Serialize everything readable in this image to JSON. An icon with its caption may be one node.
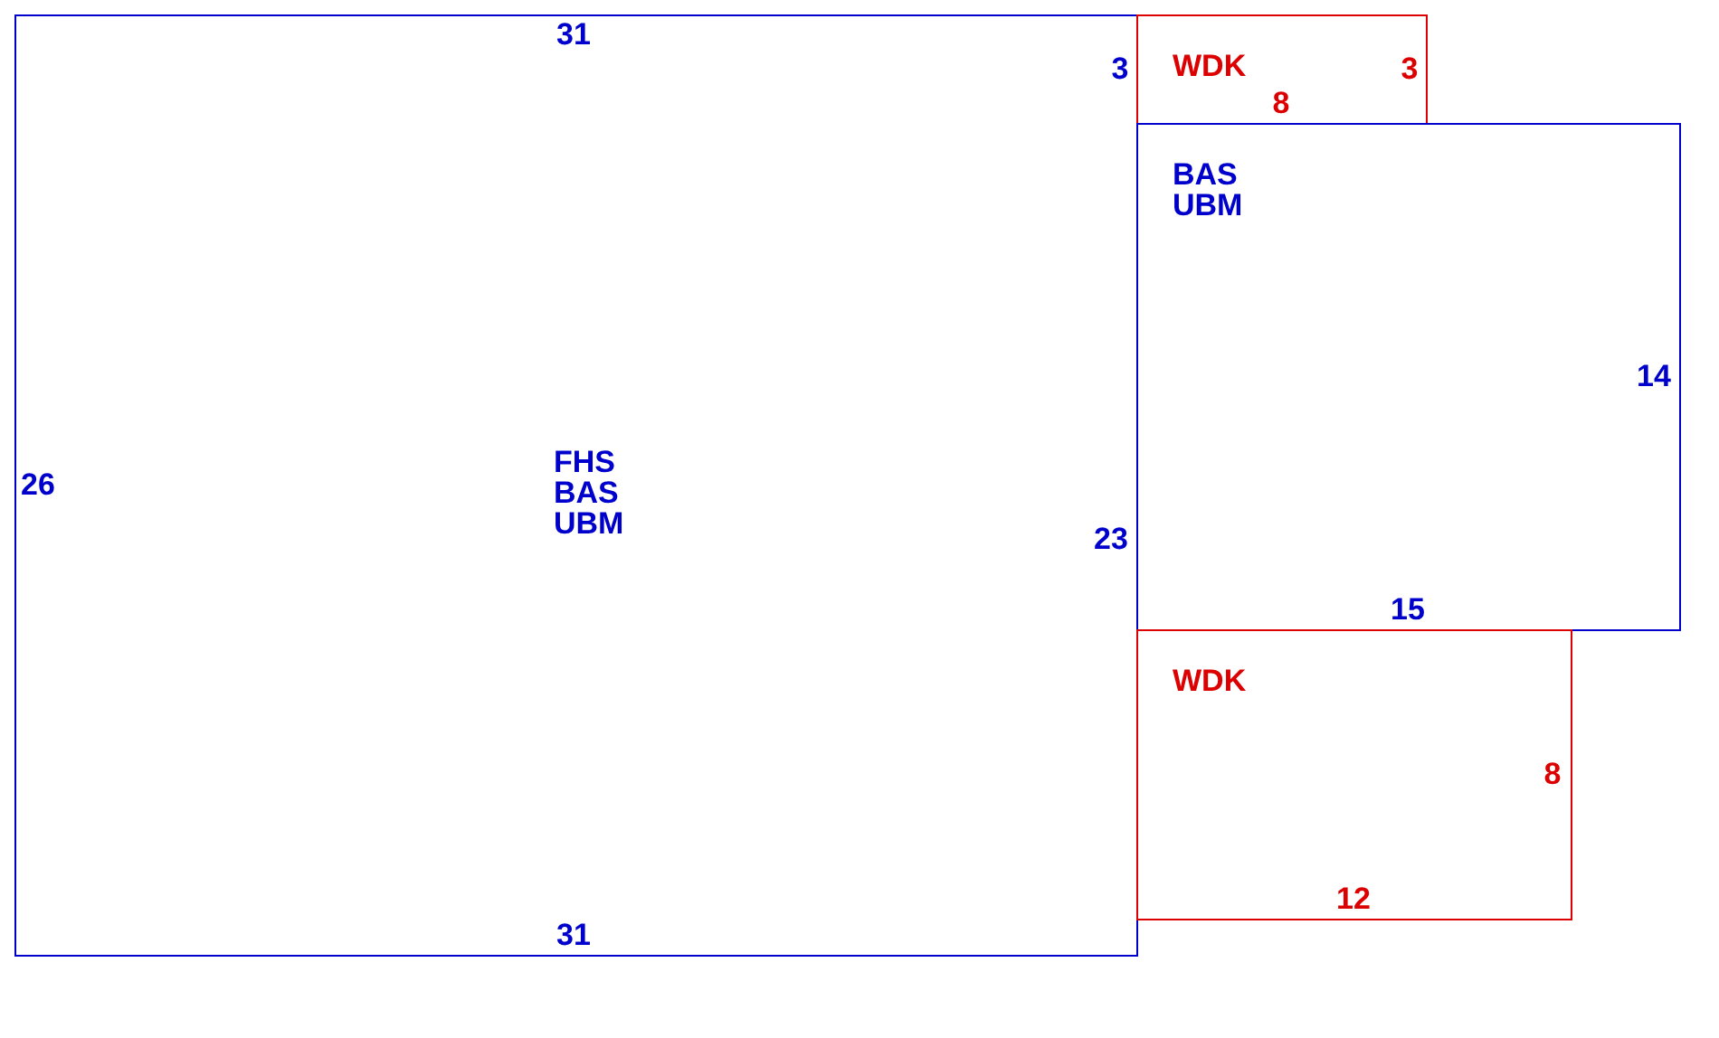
{
  "diagram": {
    "nodes": [
      {
        "text": [
          "FHS BAS UBM"
        ]
      },
      {
        "text": [
          "WDK"
        ]
      },
      {
        "text": [
          "BAS UBM"
        ]
      },
      {
        "text": [
          "WDK"
        ]
      }
    ],
    "edges": [],
    "labels": [
      "31",
      "3",
      "3",
      "8",
      "14",
      "26",
      "23",
      "15",
      "8",
      "12",
      "31"
    ]
  }
}
